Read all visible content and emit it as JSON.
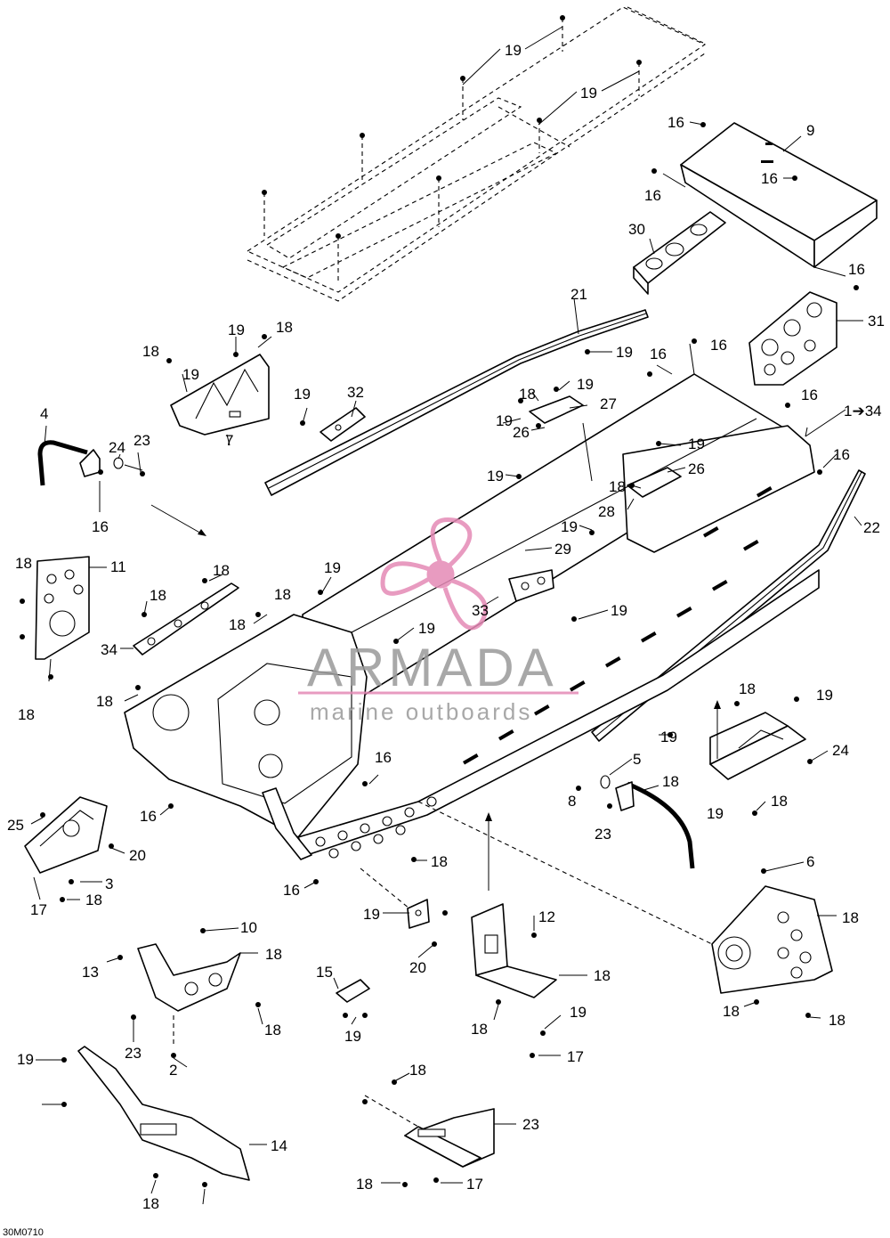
{
  "watermark": {
    "brand": "ARMADA",
    "tagline": "marine outboards",
    "logo_color": "#e58ab6",
    "text_color": "#9a9a9a"
  },
  "document_code": "30M0710",
  "callouts": [
    {
      "id": "c1",
      "label": "19"
    },
    {
      "id": "c2",
      "label": "19"
    },
    {
      "id": "c3",
      "label": "16"
    },
    {
      "id": "c4",
      "label": "9"
    },
    {
      "id": "c5",
      "label": "16"
    },
    {
      "id": "c6",
      "label": "16"
    },
    {
      "id": "c7",
      "label": "30"
    },
    {
      "id": "c8",
      "label": "16"
    },
    {
      "id": "c9",
      "label": "21"
    },
    {
      "id": "c10",
      "label": "31"
    },
    {
      "id": "c11",
      "label": "18"
    },
    {
      "id": "c12",
      "label": "19"
    },
    {
      "id": "c13",
      "label": "18"
    },
    {
      "id": "c14",
      "label": "19"
    },
    {
      "id": "c15",
      "label": "19"
    },
    {
      "id": "c16",
      "label": "16"
    },
    {
      "id": "c17",
      "label": "16"
    },
    {
      "id": "c18",
      "label": "19"
    },
    {
      "id": "c19",
      "label": "32"
    },
    {
      "id": "c20",
      "label": "18"
    },
    {
      "id": "c21",
      "label": "19"
    },
    {
      "id": "c22",
      "label": "16"
    },
    {
      "id": "c23",
      "label": "27"
    },
    {
      "id": "c24",
      "label": "19"
    },
    {
      "id": "c25",
      "label": "1➔34"
    },
    {
      "id": "c26",
      "label": "4"
    },
    {
      "id": "c27",
      "label": "7"
    },
    {
      "id": "c28",
      "label": "26"
    },
    {
      "id": "c29",
      "label": "19"
    },
    {
      "id": "c30",
      "label": "24"
    },
    {
      "id": "c31",
      "label": "23"
    },
    {
      "id": "c32",
      "label": "16"
    },
    {
      "id": "c33",
      "label": "19"
    },
    {
      "id": "c34",
      "label": "26"
    },
    {
      "id": "c35",
      "label": "18"
    },
    {
      "id": "c36",
      "label": "28"
    },
    {
      "id": "c37",
      "label": "22"
    },
    {
      "id": "c38",
      "label": "16"
    },
    {
      "id": "c39",
      "label": "19"
    },
    {
      "id": "c40",
      "label": "29"
    },
    {
      "id": "c41",
      "label": "18"
    },
    {
      "id": "c42",
      "label": "11"
    },
    {
      "id": "c43",
      "label": "18"
    },
    {
      "id": "c44",
      "label": "19"
    },
    {
      "id": "c45",
      "label": "18"
    },
    {
      "id": "c46",
      "label": "18"
    },
    {
      "id": "c47",
      "label": "33"
    },
    {
      "id": "c48",
      "label": "34"
    },
    {
      "id": "c49",
      "label": "18"
    },
    {
      "id": "c50",
      "label": "19"
    },
    {
      "id": "c51",
      "label": "19"
    },
    {
      "id": "c52",
      "label": "18"
    },
    {
      "id": "c53",
      "label": "18"
    },
    {
      "id": "c54",
      "label": "18"
    },
    {
      "id": "c55",
      "label": "19"
    },
    {
      "id": "c56",
      "label": "19"
    },
    {
      "id": "c57",
      "label": "24"
    },
    {
      "id": "c58",
      "label": "5"
    },
    {
      "id": "c59",
      "label": "18"
    },
    {
      "id": "c60",
      "label": "16"
    },
    {
      "id": "c61",
      "label": "23"
    },
    {
      "id": "c62",
      "label": "8"
    },
    {
      "id": "c63",
      "label": "19"
    },
    {
      "id": "c64",
      "label": "18"
    },
    {
      "id": "c65",
      "label": "16"
    },
    {
      "id": "c66",
      "label": "25"
    },
    {
      "id": "c67",
      "label": "20"
    },
    {
      "id": "c68",
      "label": "3"
    },
    {
      "id": "c69",
      "label": "17"
    },
    {
      "id": "c70",
      "label": "18"
    },
    {
      "id": "c71",
      "label": "16"
    },
    {
      "id": "c72",
      "label": "18"
    },
    {
      "id": "c73",
      "label": "6"
    },
    {
      "id": "c74",
      "label": "19"
    },
    {
      "id": "c75",
      "label": "12"
    },
    {
      "id": "c76",
      "label": "18"
    },
    {
      "id": "c77",
      "label": "20"
    },
    {
      "id": "c78",
      "label": "10"
    },
    {
      "id": "c79",
      "label": "18"
    },
    {
      "id": "c80",
      "label": "13"
    },
    {
      "id": "c81",
      "label": "15"
    },
    {
      "id": "c82",
      "label": "18"
    },
    {
      "id": "c83",
      "label": "18"
    },
    {
      "id": "c84",
      "label": "18"
    },
    {
      "id": "c85",
      "label": "19"
    },
    {
      "id": "c86",
      "label": "19"
    },
    {
      "id": "c87",
      "label": "18"
    },
    {
      "id": "c88",
      "label": "18"
    },
    {
      "id": "c89",
      "label": "23"
    },
    {
      "id": "c90",
      "label": "17"
    },
    {
      "id": "c91",
      "label": "19"
    },
    {
      "id": "c92",
      "label": "18"
    },
    {
      "id": "c93",
      "label": "2"
    },
    {
      "id": "c94",
      "label": "14"
    },
    {
      "id": "c95",
      "label": "23"
    },
    {
      "id": "c96",
      "label": "18"
    },
    {
      "id": "c97",
      "label": "17"
    },
    {
      "id": "c98",
      "label": "18"
    }
  ]
}
